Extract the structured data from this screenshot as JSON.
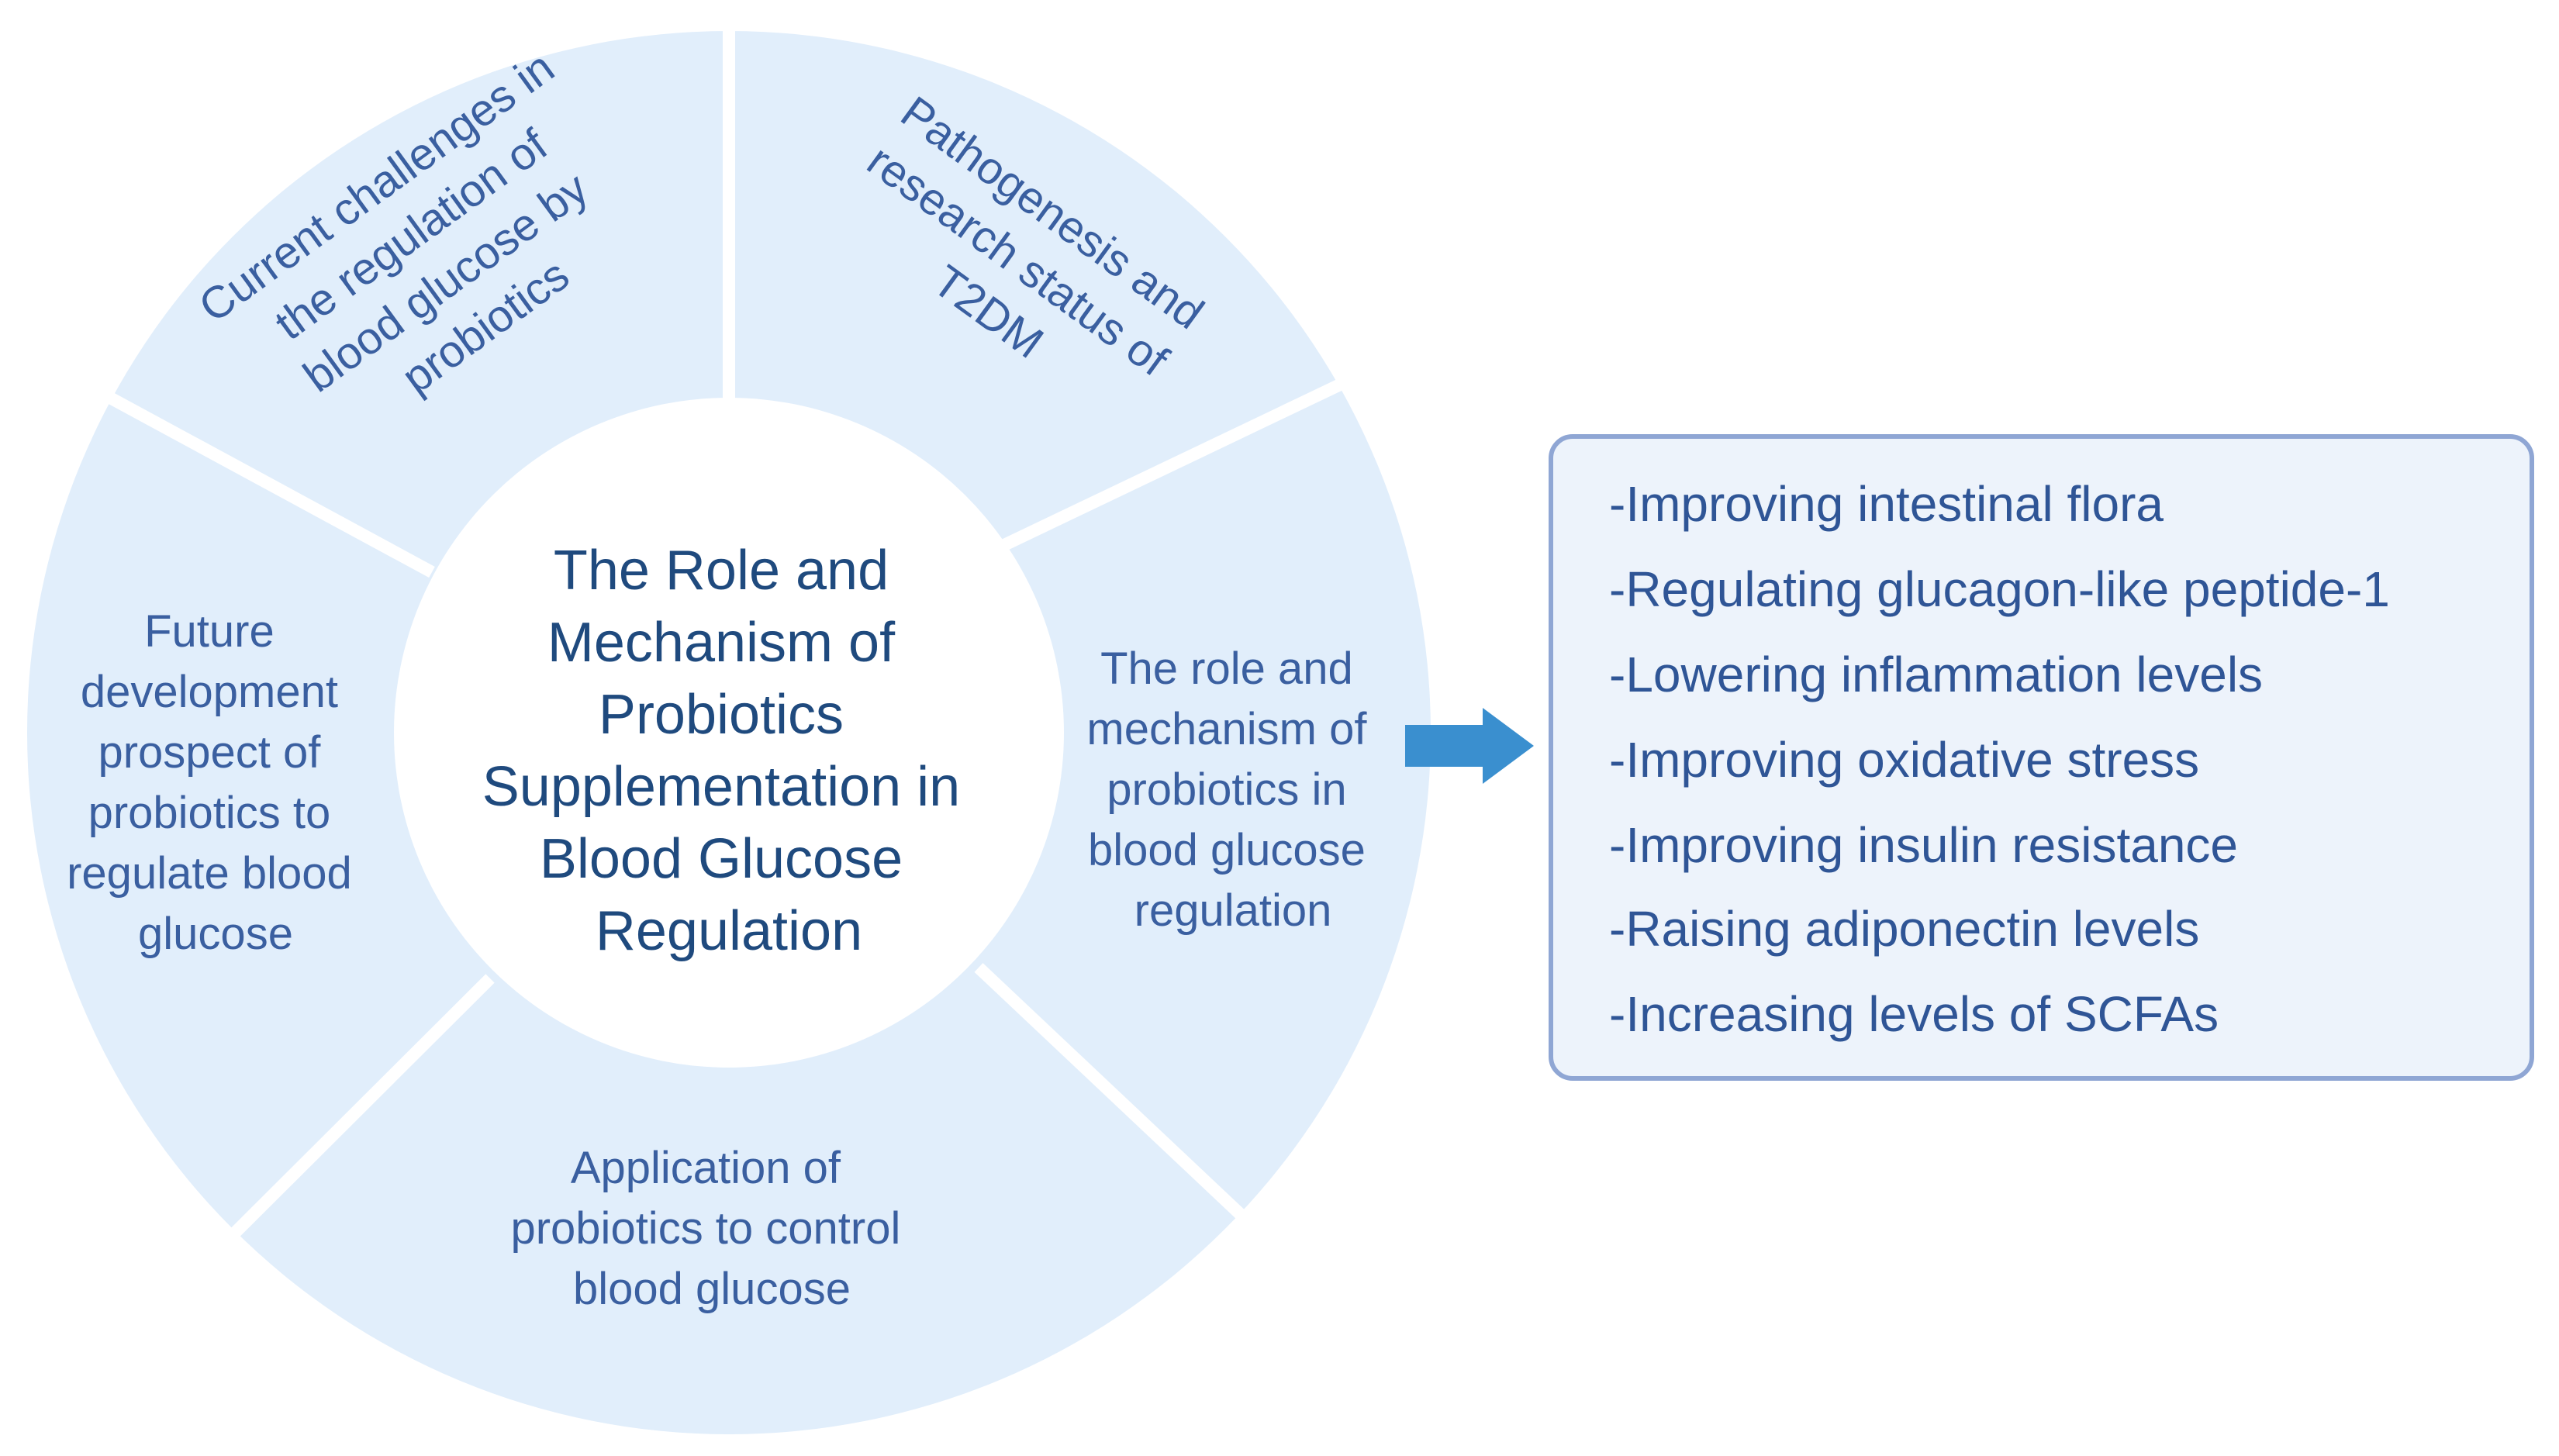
{
  "center": {
    "lines": [
      "The Role and",
      "Mechanism of",
      "Probiotics",
      "Supplementation in",
      "Blood Glucose",
      "Regulation"
    ]
  },
  "segments": [
    {
      "id": "challenges",
      "lines": [
        "Current challenges in",
        "the regulation of",
        "blood glucose by",
        "probiotics"
      ]
    },
    {
      "id": "pathogenesis",
      "lines": [
        "Pathogenesis and",
        "research status of",
        "T2DM"
      ]
    },
    {
      "id": "role",
      "lines": [
        "The role and",
        "mechanism of",
        "probiotics in",
        "blood glucose",
        "regulation"
      ]
    },
    {
      "id": "application",
      "lines": [
        "Application of",
        "probiotics to control",
        "blood glucose"
      ]
    },
    {
      "id": "future",
      "lines": [
        "Future",
        "development",
        "prospect of",
        "probiotics to",
        "regulate blood",
        "glucose"
      ]
    }
  ],
  "mechanisms": [
    "-Improving intestinal flora",
    "-Regulating glucagon-like peptide-1",
    "-Lowering inflammation levels",
    "-Improving oxidative stress",
    "-Improving insulin resistance",
    "-Raising adiponectin levels",
    "-Increasing levels of SCFAs"
  ],
  "colors": {
    "segment_fill": "#e1eefb",
    "inner_fill": "#ffffff",
    "segment_text": "#3a5fa0",
    "center_text": "#1f4a7e",
    "arrow": "#3a8fcf",
    "box_fill": "#edf3fb",
    "box_border": "#8fa6d4",
    "list_text": "#2f5596"
  }
}
